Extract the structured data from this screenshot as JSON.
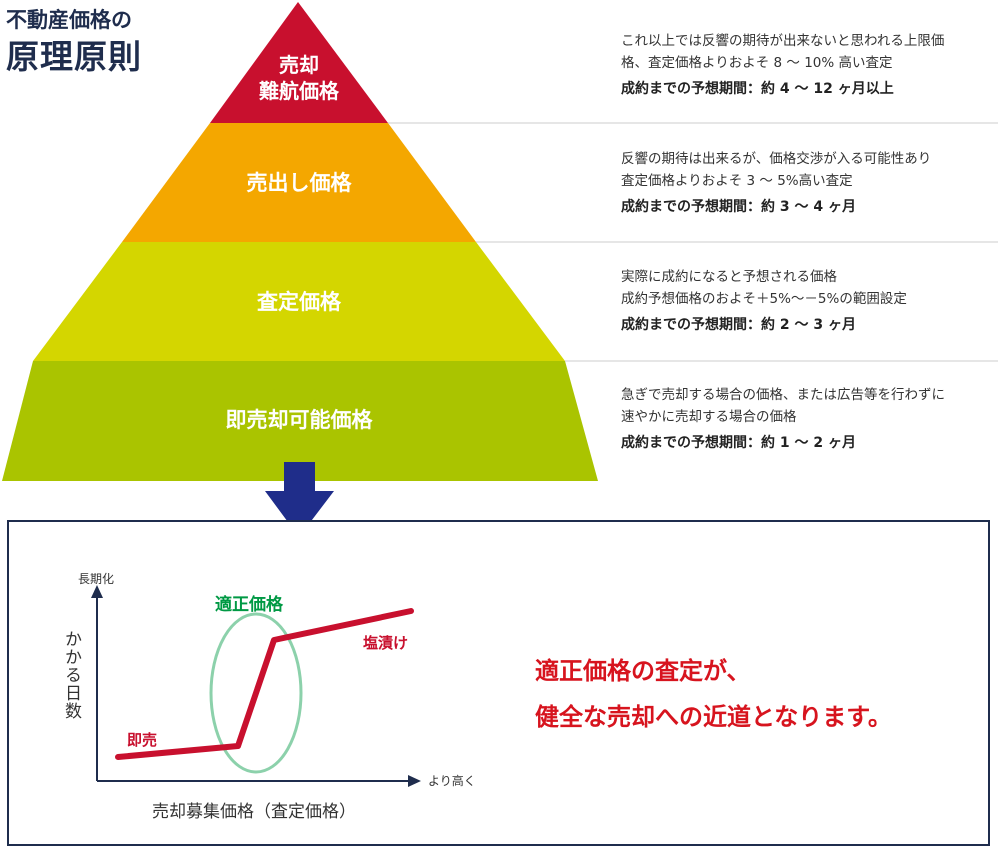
{
  "title": {
    "line1": "不動産価格の",
    "line2": "原理原則"
  },
  "pyramid": {
    "tiers": [
      {
        "label_lines": [
          "売却",
          "難航価格"
        ],
        "color": "#c8102e",
        "description": [
          "これ以上では反響の期待が出来ないと思われる上限価",
          "格、査定価格よりおよそ 8 〜 10% 高い査定"
        ],
        "period": "成約までの予想期間：約 4 〜 12 ヶ月以上"
      },
      {
        "label_lines": [
          "売出し価格"
        ],
        "color": "#f4a700",
        "description": [
          "反響の期待は出来るが、価格交渉が入る可能性あり",
          "査定価格よりおよそ 3 〜 5%高い査定"
        ],
        "period": "成約までの予想期間：約 3 〜 4 ヶ月"
      },
      {
        "label_lines": [
          "査定価格"
        ],
        "color": "#d4d600",
        "description": [
          "実際に成約になると予想される価格",
          "成約予想価格のおよそ＋5%〜－5%の範囲設定"
        ],
        "period": "成約までの予想期間：約 2 〜 3 ヶ月"
      },
      {
        "label_lines": [
          "即売却可能価格"
        ],
        "color": "#aac400",
        "description": [
          "急ぎで売却する場合の価格、または広告等を行わずに",
          "速やかに売却する場合の価格"
        ],
        "period": "成約までの予想期間：約 1 〜 2 ヶ月"
      }
    ]
  },
  "arrow_color": "#1f2d8a",
  "graph": {
    "y_axis_top_label": "長期化",
    "y_axis_label": "かかる日数",
    "x_axis_end_label": "より高く",
    "x_axis_label": "売却募集価格（査定価格）",
    "highlight_label": "適正価格",
    "low_label": "即売",
    "high_label": "塩漬け",
    "line_color": "#c8102e",
    "highlight_color": "#009944"
  },
  "conclusion": {
    "line1": "適正価格の査定が、",
    "line2": "健全な売却への近道となります。"
  }
}
